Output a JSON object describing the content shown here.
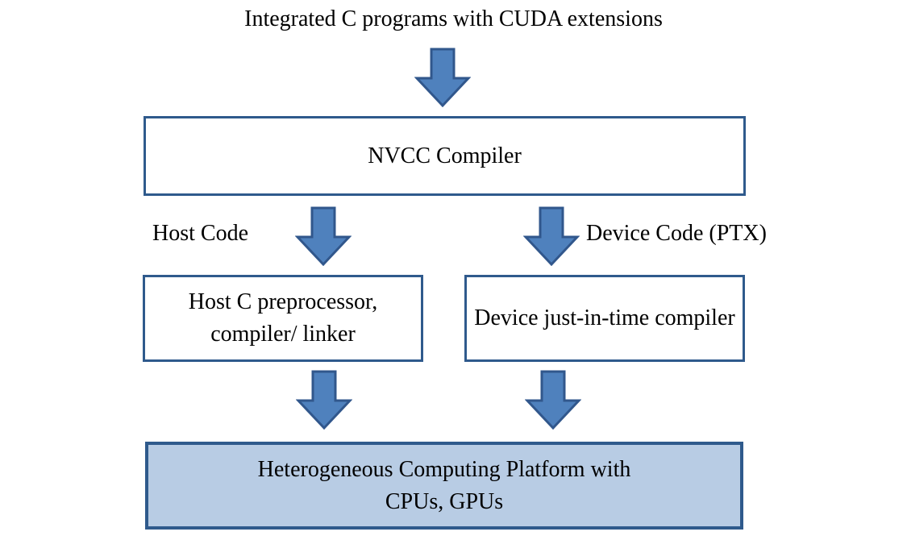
{
  "diagram": {
    "title": "Integrated C programs with CUDA extensions",
    "nodes": {
      "nvcc": {
        "label": "NVCC Compiler"
      },
      "host": {
        "line1": "Host C preprocessor,",
        "line2": "compiler/ linker"
      },
      "device": {
        "label": "Device just-in-time compiler"
      },
      "platform": {
        "line1": "Heterogeneous Computing Platform with",
        "line2": "CPUs, GPUs"
      }
    },
    "edge_labels": {
      "host_code": "Host Code",
      "device_code": "Device Code (PTX)"
    },
    "colors": {
      "background": "#FFFFFF",
      "text": "#000000",
      "arrow_fill": "#4F81BD",
      "arrow_stroke": "#31578C",
      "box_border": "#2F5A8C",
      "platform_fill": "#B8CCE4"
    }
  }
}
